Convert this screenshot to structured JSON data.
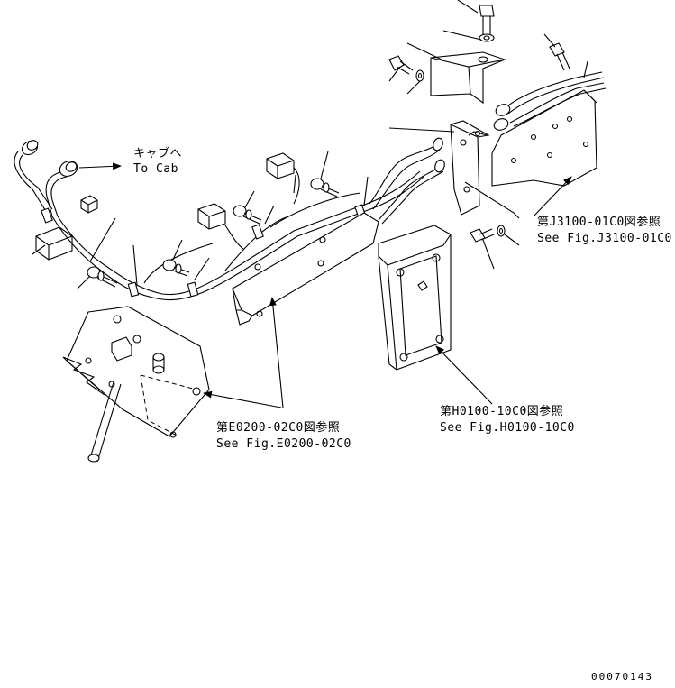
{
  "callouts": {
    "to_cab_jp": "キャブへ",
    "to_cab_en": "To Cab",
    "ref_j3100_jp": "第J3100-01C0図参照",
    "ref_j3100_en": "See Fig.J3100-01C0",
    "ref_h0100_jp": "第H0100-10C0図参照",
    "ref_h0100_en": "See Fig.H0100-10C0",
    "ref_e0200_jp": "第E0200-02C0図参照",
    "ref_e0200_en": "See Fig.E0200-02C0"
  },
  "drawing_number": "00070143"
}
